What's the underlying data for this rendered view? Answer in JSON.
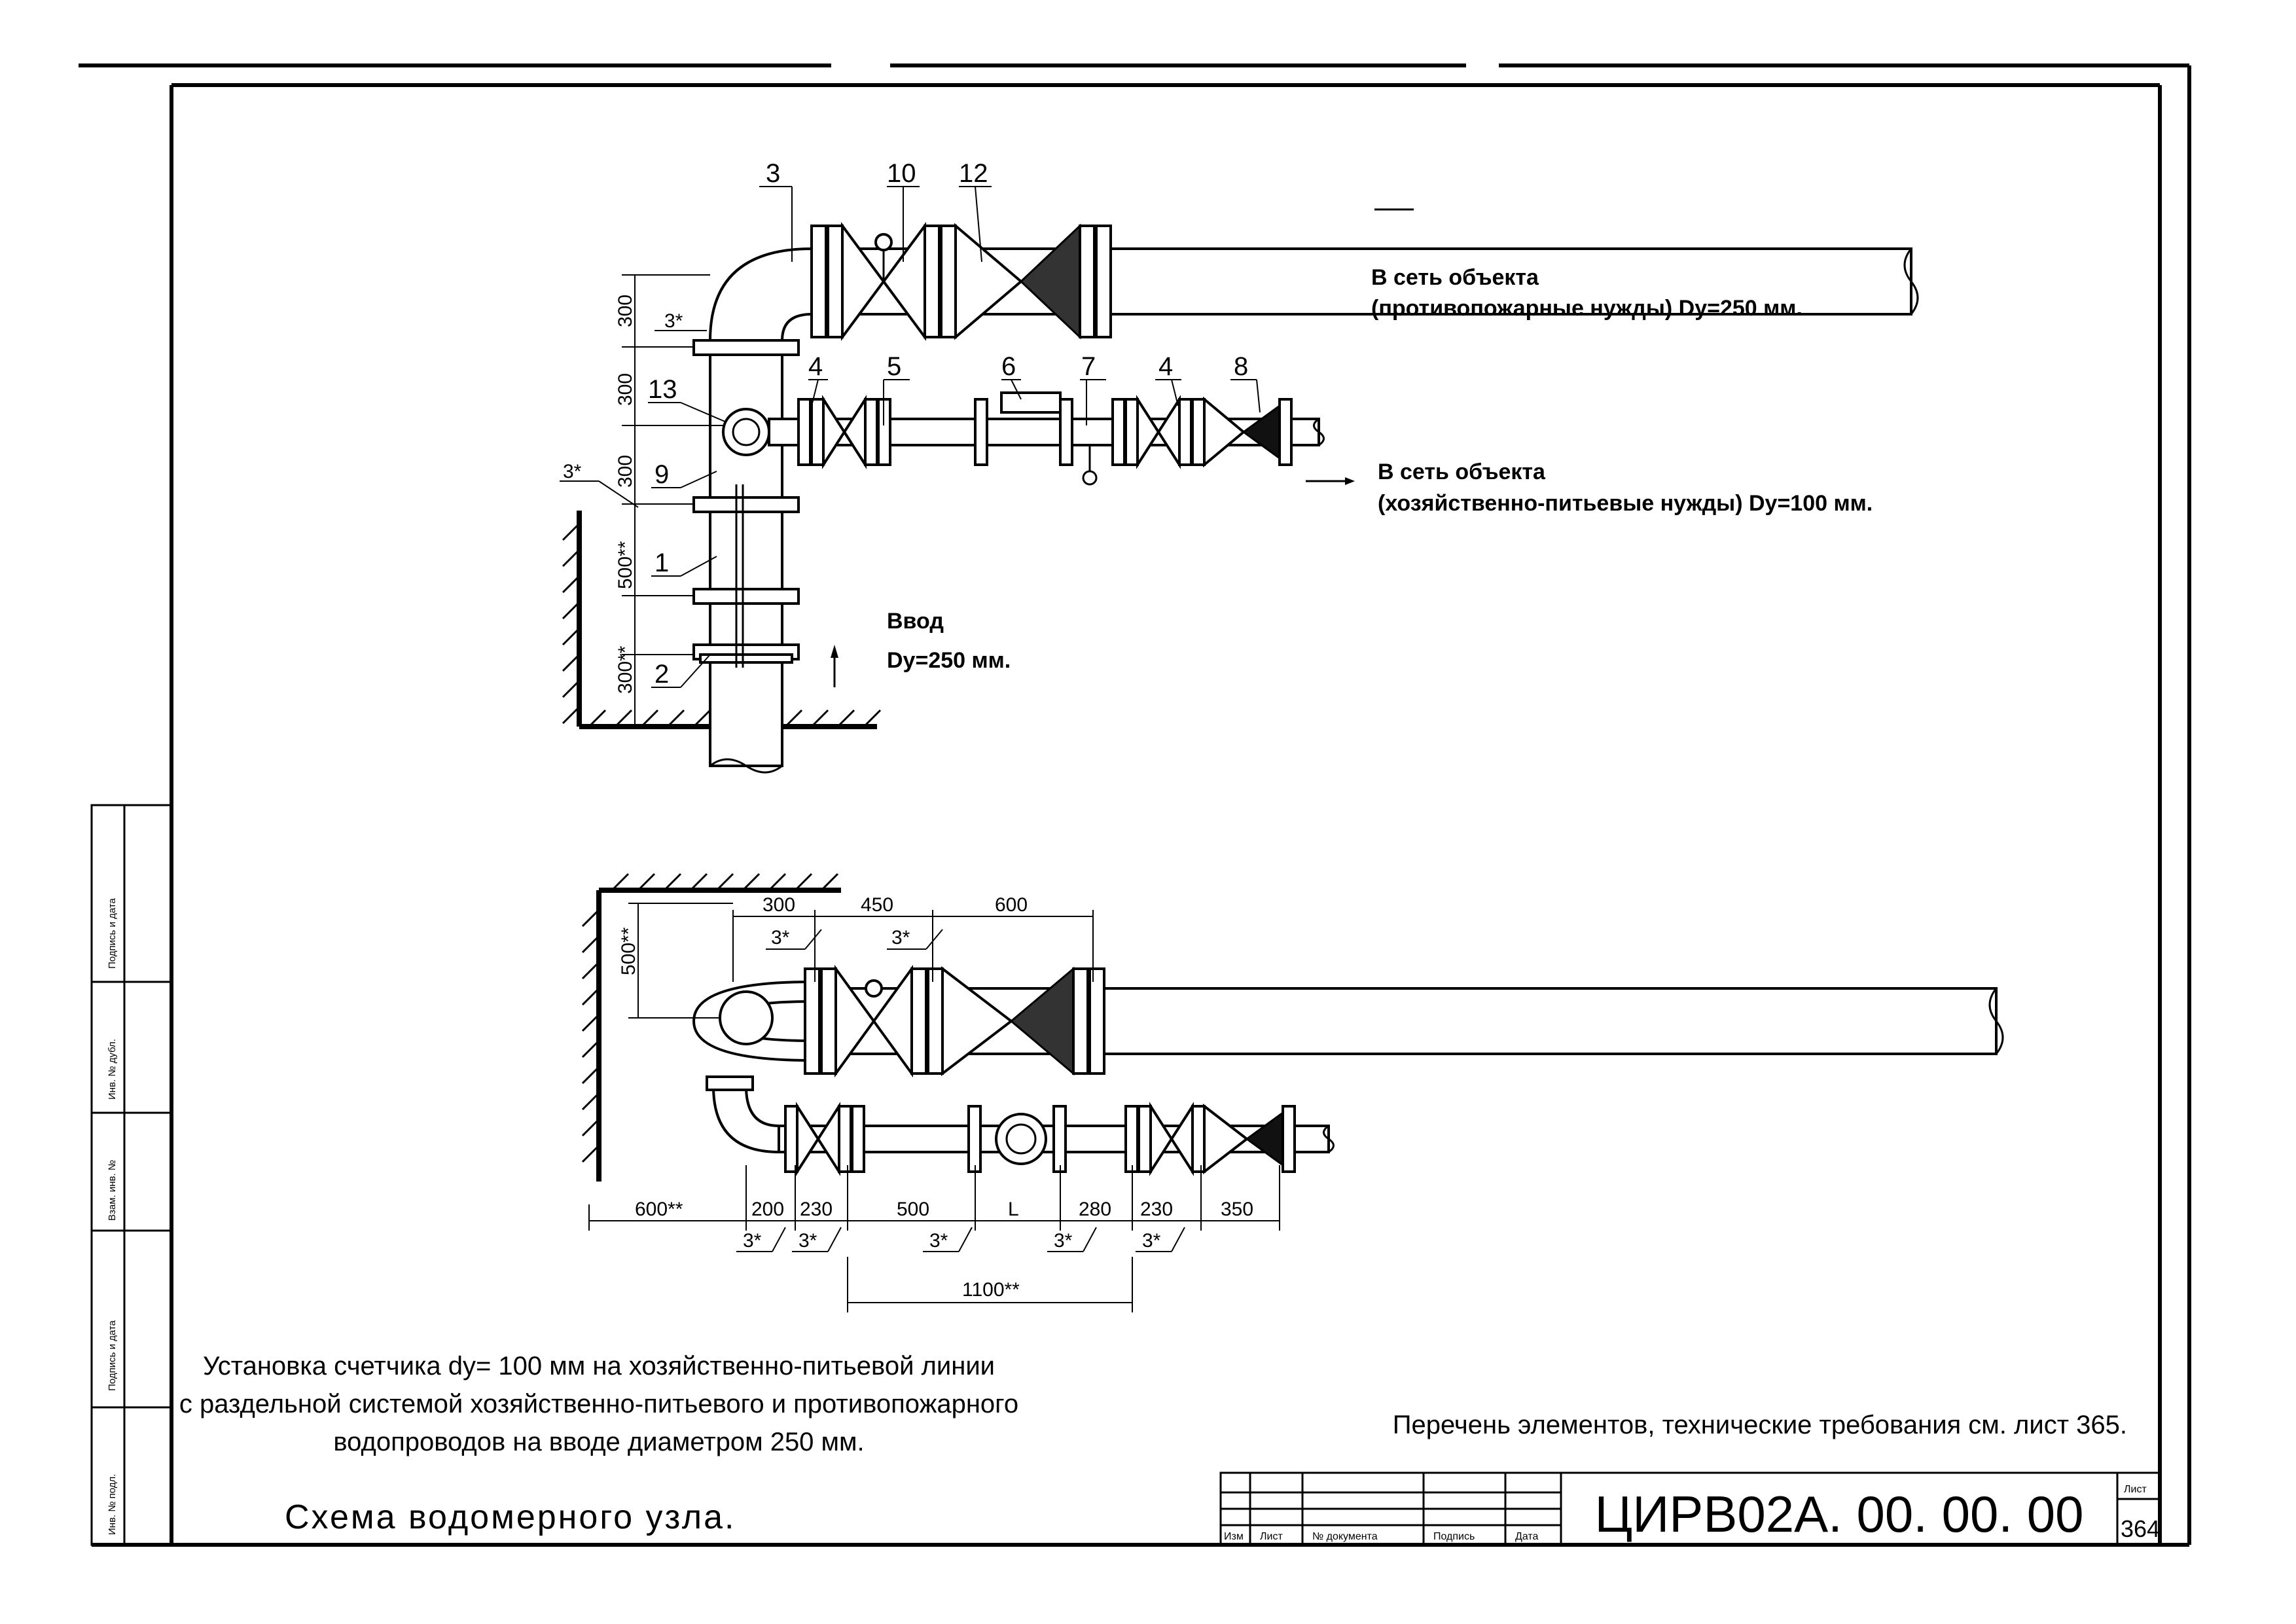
{
  "positions": {
    "top": [
      "3",
      "10",
      "12",
      "4",
      "5",
      "6",
      "7",
      "4",
      "8",
      "13",
      "9",
      "1",
      "2"
    ]
  },
  "top_view": {
    "dims_vertical": [
      "300",
      "300",
      "300",
      "500**",
      "300**"
    ],
    "slope_marks": [
      "3*",
      "3*"
    ],
    "outlet_fire": {
      "line1": "В сеть объекта",
      "line2": "(противопожарные нужды) Dy=250 мм."
    },
    "outlet_domestic": {
      "line1": "В сеть объекта",
      "line2": "(хозяйственно-питьевые нужды) Dy=100 мм."
    },
    "inlet": {
      "line1": "Ввод",
      "line2": "Dy=250 мм."
    }
  },
  "plan_view": {
    "dims_top": [
      "300",
      "450",
      "600"
    ],
    "dims_top_slopes": [
      "3*",
      "3*"
    ],
    "dim_vertical": "500**",
    "dims_bottom": [
      "600**",
      "200",
      "230",
      "500",
      "L",
      "280",
      "230",
      "350"
    ],
    "dims_bottom_slopes": [
      "3*",
      "3*",
      "3*",
      "3*",
      "3*"
    ],
    "dim_total": "1100**"
  },
  "caption": {
    "line1": "Установка счетчика dy= 100 мм  на хозяйственно-питьевой линии",
    "line2": "с раздельной  системой хозяйственно-питьевого и противопожарного",
    "line3": "водопроводов на вводе диаметром 250 мм."
  },
  "note": "Перечень элементов, технические требования см. лист 365.",
  "title": "Схема водомерного узла.",
  "title_block": {
    "columns": [
      "Изм",
      "Лист",
      "№ документа",
      "Подпись",
      "Дата"
    ],
    "code": "ЦИРВ02А. 00. 00. 00",
    "sheet_label": "Лист",
    "sheet_number": "364"
  },
  "side_stamp": [
    "Подпись и дата",
    "Инв. № дубл.",
    "Взам. инв. №",
    "Подпись и дата",
    "Инв. № подл."
  ]
}
